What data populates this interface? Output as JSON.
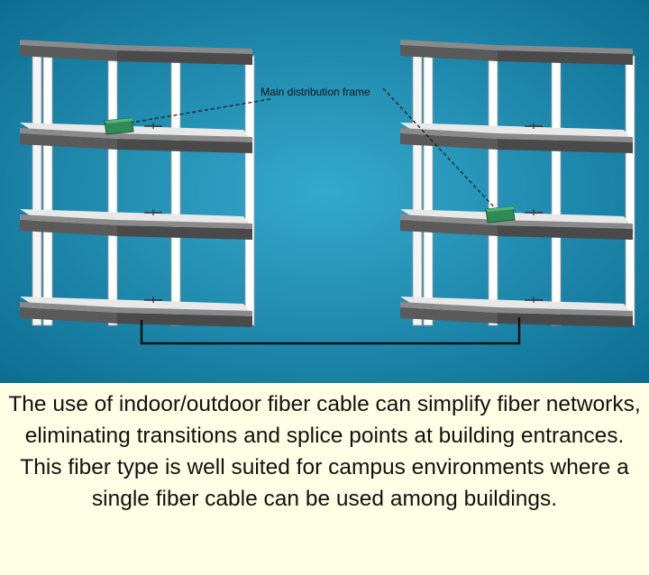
{
  "diagram": {
    "callout_label": "Main distribution frame",
    "colors": {
      "background_center": "#2c9fc4",
      "background_edge": "#0d6e92",
      "slab_top": "#8a8a8a",
      "slab_front": "#5a5a5a",
      "column": "#ffffff",
      "floor_plate": "#e8e8e8",
      "frame_box": "#2f8a55",
      "cable": "#111111"
    },
    "buildings": [
      {
        "name": "left-building",
        "floors": 4,
        "frame_on_floor": 2
      },
      {
        "name": "right-building",
        "floors": 4,
        "frame_on_floor": 3
      }
    ]
  },
  "caption": {
    "text": "The use of indoor/outdoor fiber cable can simplify fiber networks, eliminating transitions and splice points at building entrances. This fiber type is well suited for campus environments where a single fiber cable can be used among buildings."
  }
}
